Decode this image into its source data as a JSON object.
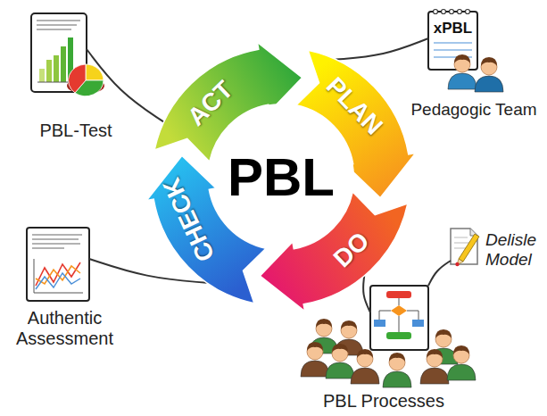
{
  "diagram": {
    "nodes": [
      {
        "text": [
          "PBL-Test"
        ]
      },
      {
        "text": [
          "ACT"
        ]
      },
      {
        "text": [
          "PLAN"
        ]
      },
      {
        "text": [
          "xPBL",
          "Pedagogic Team"
        ]
      },
      {
        "text": [
          "PBL"
        ]
      },
      {
        "text": [
          "CHECK"
        ]
      },
      {
        "text": [
          "DO"
        ]
      },
      {
        "text": [
          "Delisle Model"
        ]
      },
      {
        "text": [
          "Authentic Assessment"
        ]
      },
      {
        "text": [
          "PBL Processes"
        ]
      }
    ],
    "edges": [
      {
        "from": 0,
        "to": 1,
        "arrow": "none"
      },
      {
        "from": 3,
        "to": 2,
        "arrow": "none"
      },
      {
        "from": 6,
        "to": 9,
        "arrow": "none"
      },
      {
        "from": 9,
        "to": 7,
        "arrow": "none"
      },
      {
        "from": 8,
        "to": 5,
        "arrow": "none"
      }
    ]
  }
}
